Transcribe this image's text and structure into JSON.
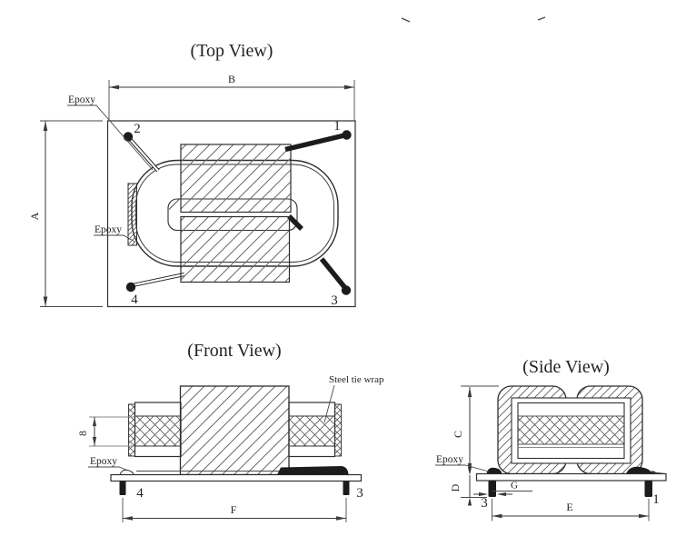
{
  "titles": {
    "top": "(Top View)",
    "front": "(Front View)",
    "side": "(Side View)"
  },
  "labels": {
    "epoxy": "Epoxy",
    "steel_tie_wrap": "Steel tie wrap"
  },
  "dimensions": {
    "a": "A",
    "b": "B",
    "c": "C",
    "d": "D",
    "e": "E",
    "f": "F",
    "g": "G",
    "winding_height": "8"
  },
  "pins": {
    "p1": "1",
    "p2": "2",
    "p3": "3",
    "p4": "4"
  },
  "colors": {
    "ink": "#2e2e2e",
    "hatch": "#6a6a6a",
    "fill_black": "#1c1c1c"
  }
}
